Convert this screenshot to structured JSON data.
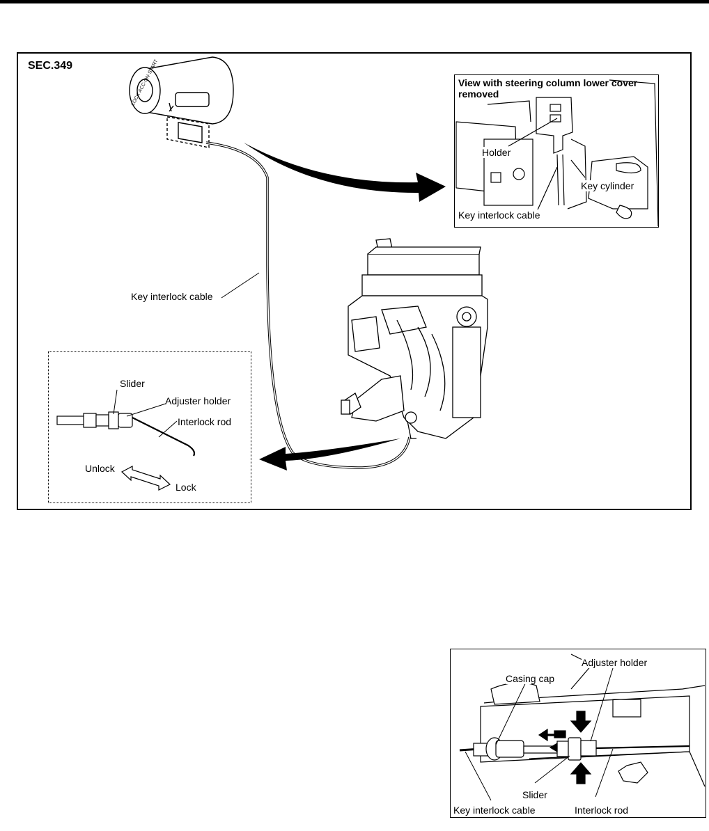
{
  "main_figure": {
    "section_label": "SEC.349",
    "inset_title_line1": "View with steering column lower cover",
    "inset_title_line2": "removed",
    "holder": "Holder",
    "key_cylinder": "Key cylinder",
    "key_interlock_cable_inset": "Key interlock cable",
    "key_interlock_cable_main": "Key interlock cable",
    "ignition_ring_text": "LOCK·ACC·ON·START",
    "slider": "Slider",
    "adjuster_holder": "Adjuster holder",
    "interlock_rod": "Interlock rod",
    "unlock": "Unlock",
    "lock": "Lock"
  },
  "small_figure": {
    "adjuster_holder": "Adjuster holder",
    "casing_cap": "Casing cap",
    "slider": "Slider",
    "key_interlock_cable": "Key interlock cable",
    "interlock_rod": "Interlock rod"
  }
}
